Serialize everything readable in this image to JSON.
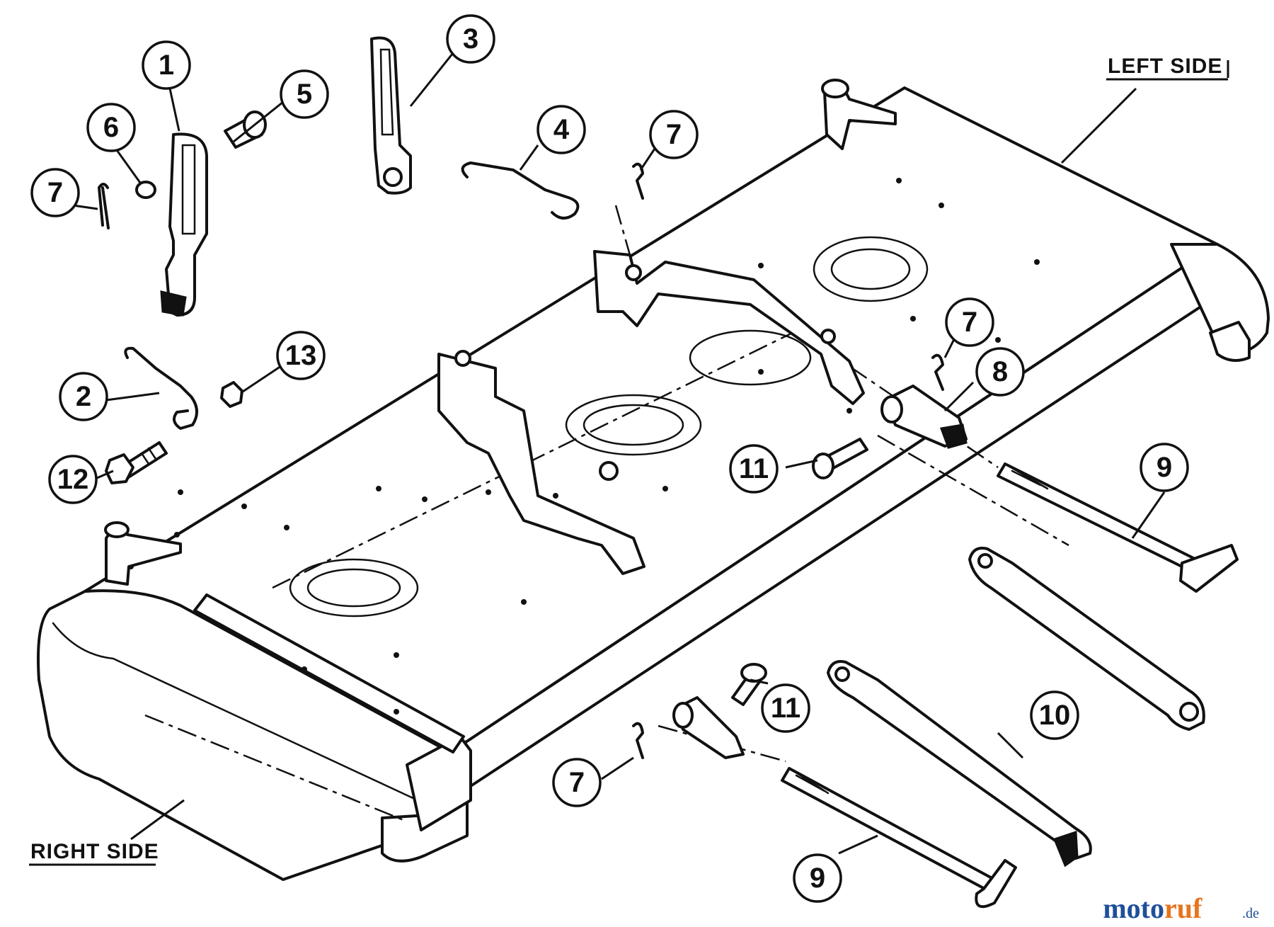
{
  "diagram": {
    "labels": {
      "left_side": "LEFT SIDE",
      "right_side": "RIGHT SIDE"
    },
    "callouts": [
      "1",
      "2",
      "3",
      "4",
      "5",
      "6",
      "7",
      "7",
      "7",
      "7",
      "8",
      "9",
      "9",
      "10",
      "11",
      "11",
      "12",
      "13"
    ],
    "watermark": {
      "part1": "moto",
      "part2": "ruf",
      "part3": ".de"
    },
    "colors": {
      "line": "#111111",
      "background": "#ffffff",
      "watermark_blue": "#1f4f9a",
      "watermark_orange": "#e7741e"
    }
  }
}
